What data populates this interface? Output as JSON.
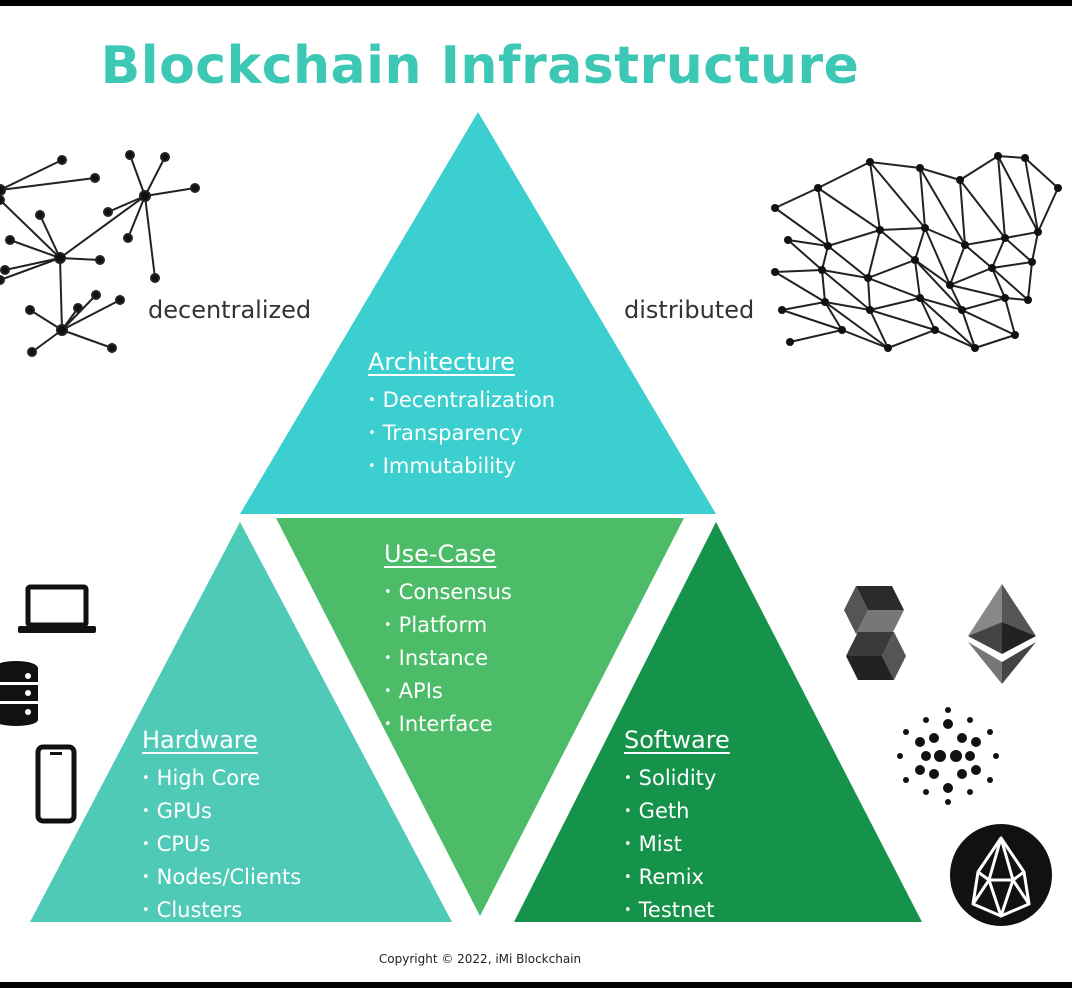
{
  "title": "Blockchain Infrastructure",
  "colors": {
    "title": "#3cc8b4",
    "architecture": "#3bcfcf",
    "hardware": "#4fcab7",
    "usecase": "#4cbc68",
    "software": "#16934a"
  },
  "labels": {
    "decentralized": "decentralized",
    "distributed": "distributed"
  },
  "sections": {
    "architecture": {
      "heading": "Architecture",
      "items": [
        "Decentralization",
        "Transparency",
        "Immutability"
      ]
    },
    "usecase": {
      "heading": "Use-Case",
      "items": [
        "Consensus",
        "Platform",
        "Instance",
        "APIs",
        "Interface"
      ]
    },
    "hardware": {
      "heading": "Hardware",
      "items": [
        "High Core",
        "GPUs",
        "CPUs",
        "Nodes/Clients",
        "Clusters"
      ]
    },
    "software": {
      "heading": "Software",
      "items": [
        "Solidity",
        "Geth",
        "Mist",
        "Remix",
        "Testnet"
      ]
    }
  },
  "icons": {
    "hardware": [
      "laptop-icon",
      "database-icon",
      "smartphone-icon"
    ],
    "software": [
      "solana-icon",
      "ethereum-icon",
      "cardano-icon",
      "eos-icon"
    ]
  },
  "copyright": "Copyright © 2022, iMi Blockchain"
}
